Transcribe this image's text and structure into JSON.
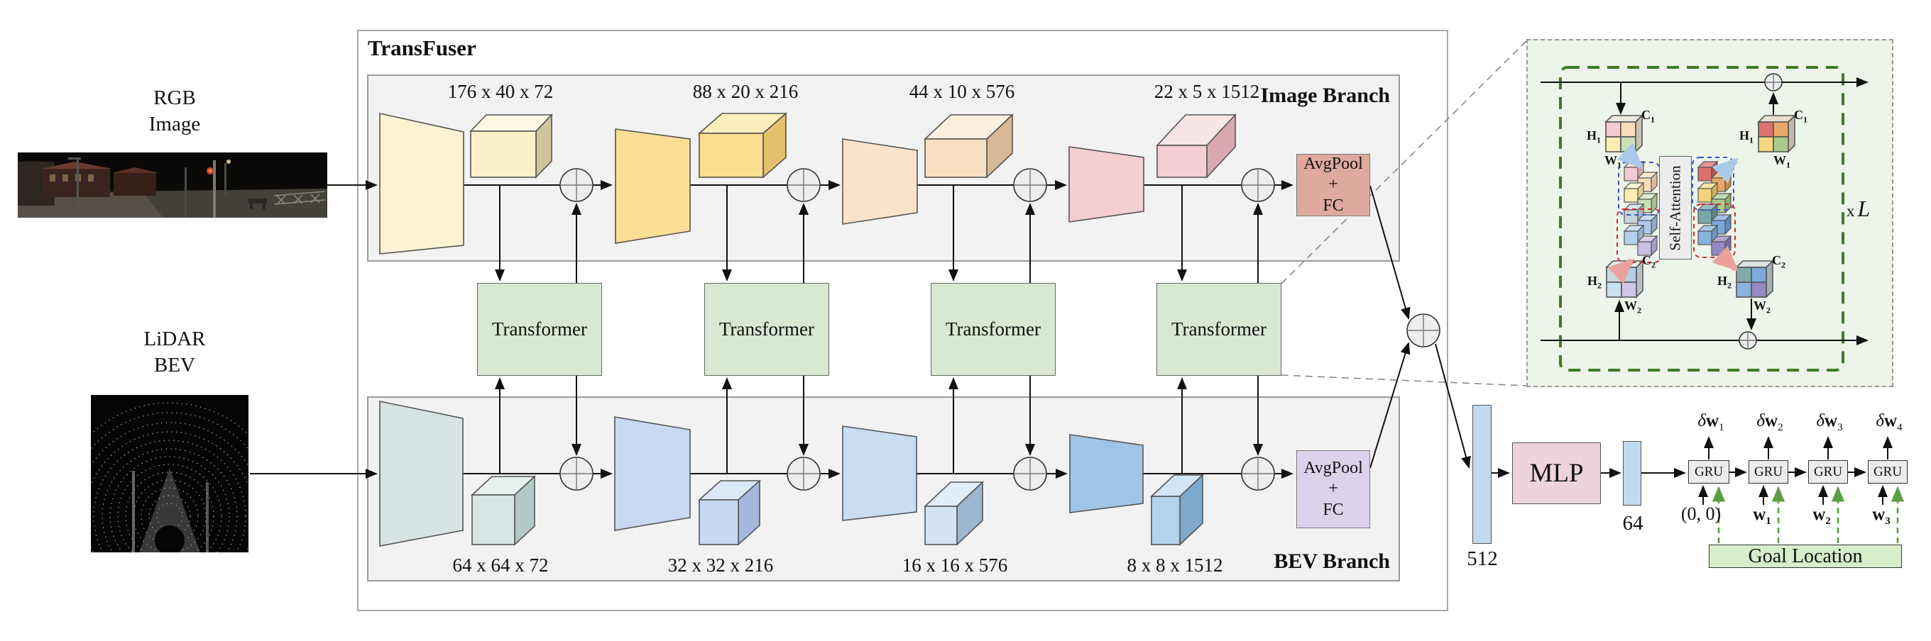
{
  "diagram": {
    "title": "TransFuser",
    "inputs": {
      "rgb": [
        "RGB",
        "Image"
      ],
      "lidar": [
        "LiDAR",
        "BEV"
      ]
    },
    "image_branch": {
      "label": "Image Branch",
      "dims": [
        "176 x 40 x 72",
        "88 x 20 x 216",
        "44 x 10 x 576",
        "22 x 5 x 1512"
      ],
      "pool": [
        "AvgPool",
        "+",
        "FC"
      ]
    },
    "bev_branch": {
      "label": "BEV Branch",
      "dims": [
        "64 x 64 x 72",
        "32 x 32 x 216",
        "16 x 16 x 576",
        "8 x 8 x 1512"
      ],
      "pool": [
        "AvgPool",
        "+",
        "FC"
      ]
    },
    "transformer_label": "Transformer",
    "head": {
      "feat512": "512",
      "mlp": "MLP",
      "feat64": "64"
    },
    "gru": {
      "cell": "GRU",
      "outputs": [
        {
          "d": "δ",
          "b": "w",
          "s": "1"
        },
        {
          "d": "δ",
          "b": "w",
          "s": "2"
        },
        {
          "d": "δ",
          "b": "w",
          "s": "3"
        },
        {
          "d": "δ",
          "b": "w",
          "s": "4"
        }
      ],
      "init": "(0, 0)",
      "inputs": [
        {
          "b": "w",
          "s": "1"
        },
        {
          "b": "w",
          "s": "2"
        },
        {
          "b": "w",
          "s": "3"
        }
      ],
      "goal": "Goal Location"
    },
    "detail": {
      "self_attention": "Self-Attention",
      "loop_x": "x",
      "loop_l": "L",
      "h1": {
        "b": "H",
        "s": "1"
      },
      "c1": {
        "b": "C",
        "s": "1"
      },
      "w1": {
        "b": "W",
        "s": "1"
      },
      "h2": {
        "b": "H",
        "s": "2"
      },
      "c2": {
        "b": "C",
        "s": "2"
      },
      "w2": {
        "b": "W",
        "s": "2"
      }
    },
    "colors": {
      "image_stage_fills": [
        "#fdf3d2",
        "#fbdf94",
        "#fae3ca",
        "#f5ced2"
      ],
      "bev_stage_fills": [
        "#d8e4e4",
        "#c8d9f2",
        "#c8dcf2",
        "#9fc4e6"
      ],
      "transformer_fill": "#d8e8d2",
      "image_pool_fill": "#e0a99e",
      "bev_pool_fill": "#ddd2eb",
      "mlp_fill": "#eed3dd",
      "vector_fill": "#c2daf0",
      "gru_fill": "#ececec",
      "goal_fill": "#d8edca",
      "goal_arrow_green": "#5d9e44",
      "detail_bg": "#edf4e9",
      "detail_border_green": "#3e7c22",
      "attn_query_dash_blue": "#3b55cc",
      "attn_value_dash_red": "#cc2b2b",
      "thick_arrow_blue": "#a9c9e8",
      "thick_arrow_pink": "#e8a19b"
    }
  }
}
